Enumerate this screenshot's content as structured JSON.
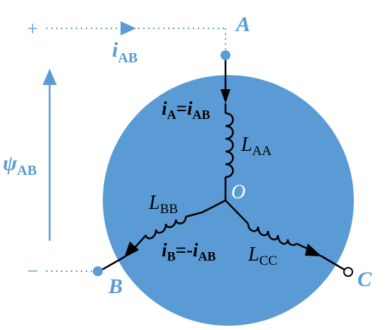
{
  "colors": {
    "background": "#ffffff",
    "disc": "#5b9bd5",
    "accent": "#5b9bd5",
    "wire": "#000000",
    "text": "#000000"
  },
  "terminals": {
    "a": "A",
    "b": "B",
    "c": "C",
    "neutral": "O"
  },
  "polarity": {
    "plus": "+",
    "minus": "−"
  },
  "current": {
    "symbol": "i",
    "subscript": "AB"
  },
  "flux": {
    "symbol": "ψ",
    "subscript": "AB"
  },
  "inductors": {
    "aa": {
      "symbol": "L",
      "subscript": "AA"
    },
    "bb": {
      "symbol": "L",
      "subscript": "BB"
    },
    "cc": {
      "symbol": "L",
      "subscript": "CC"
    }
  },
  "equations": {
    "ia": {
      "lhs": "i",
      "lhs_sub": "A",
      "op": "=",
      "rhs": "i",
      "rhs_sub": "AB"
    },
    "ib": {
      "lhs": "i",
      "lhs_sub": "B",
      "op": "=-",
      "rhs": "i",
      "rhs_sub": "AB"
    }
  }
}
